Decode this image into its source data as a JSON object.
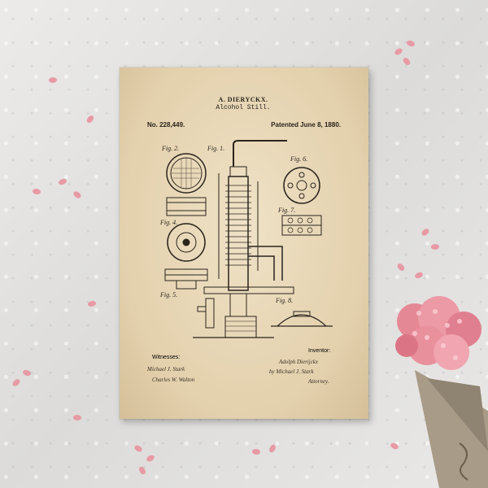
{
  "poster": {
    "inventor_name": "A. DIERYCKX.",
    "invention": "Alcohol Still.",
    "patent_number": "No. 228,449.",
    "patent_date": "Patented June 8, 1880.",
    "figures": [
      "Fig. 2.",
      "Fig. 1.",
      "Fig. 6.",
      "Fig. 4.",
      "Fig. 7.",
      "Fig. 5.",
      "Fig. 8."
    ],
    "witnesses_label": "Witnesses:",
    "witness_1": "Michael J. Stark",
    "witness_2": "Charles W. Walton",
    "inventor_label": "Inventor:",
    "inventor_signature": "Adolph Dierijckx",
    "attorney_signature": "by Michael J. Stark",
    "attorney_title": "Attorney."
  },
  "colors": {
    "paper": "#e3d0ac",
    "ink": "#2b241c",
    "wall": "#e6e5e3",
    "petals": "#e79aa5"
  }
}
